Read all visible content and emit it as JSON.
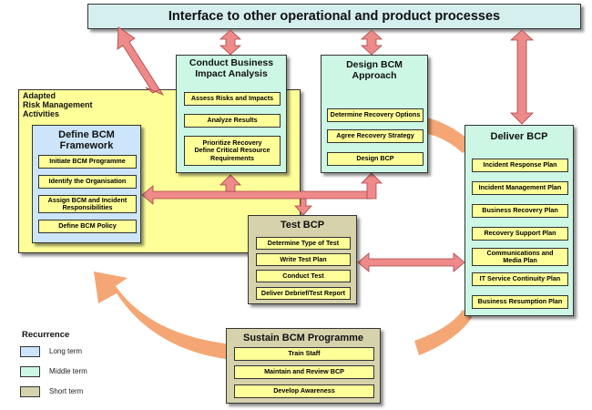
{
  "interface": {
    "label": "Interface to other operational and product processes"
  },
  "adapted": {
    "label": "Adapted\nRisk Management\nActivities"
  },
  "define": {
    "title": "Define BCM\nFramework",
    "items": [
      "Initiate BCM Programme",
      "Identify the Organisation",
      "Assign BCM and Incident\nResponsibilities",
      "Define BCM Policy"
    ]
  },
  "conduct": {
    "title": "Conduct Business\nImpact Analysis",
    "items": [
      "Assess Risks and Impacts",
      "Analyze Results",
      "Prioritize Recovery\nDefine Critical Resource\nRequirements"
    ]
  },
  "design": {
    "title": "Design BCM\nApproach",
    "items": [
      "Determine Recovery Options",
      "Agree Recovery Strategy",
      "Design BCP"
    ]
  },
  "deliver": {
    "title": "Deliver BCP",
    "items": [
      "Incident Response Plan",
      "Incident Management Plan",
      "Business Recovery Plan",
      "Recovery Support Plan",
      "Communications and\nMedia Plan",
      "IT Service Continuity Plan",
      "Business Resumption Plan"
    ]
  },
  "test": {
    "title": "Test BCP",
    "items": [
      "Determine Type of Test",
      "Write Test Plan",
      "Conduct Test",
      "Deliver Debrief/Test Report"
    ]
  },
  "sustain": {
    "title": "Sustain BCM Programme",
    "items": [
      "Train Staff",
      "Maintain and Review BCP",
      "Develop Awareness"
    ]
  },
  "legend": {
    "title": "Recurrence",
    "entries": [
      {
        "label": "Long term",
        "color": "#cce5fa"
      },
      {
        "label": "Middle term",
        "color": "#ccf7e5"
      },
      {
        "label": "Short term",
        "color": "#d6d2ac"
      }
    ]
  },
  "colors": {
    "interface_fill": "#d5eeee",
    "adapted_fill": "#ffff99",
    "long_term": "#cce5fa",
    "middle_term": "#ccf7e5",
    "short_term": "#d6d2ac",
    "item_fill": "#ffff99",
    "cycle_arrow": "#f4a774",
    "connector_arrow": "#ee8a8a"
  }
}
